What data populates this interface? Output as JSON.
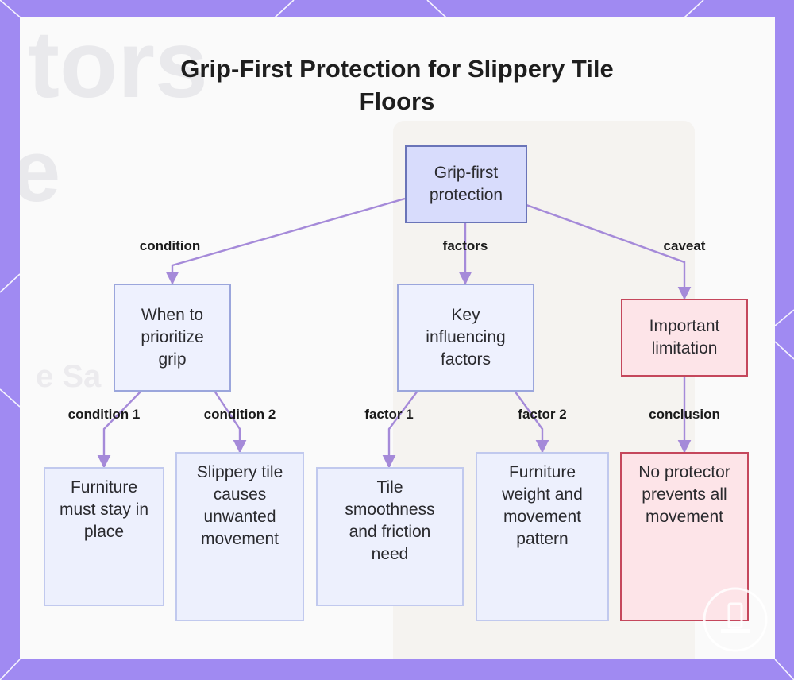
{
  "title": "Grip-First Protection for Slippery Tile Floors",
  "colors": {
    "frame": "#a08af2",
    "primary_fill": "#d8dcfc",
    "primary_border": "#6a74b8",
    "node_fill": "#eef1fe",
    "node_border": "#9ba6dc",
    "warn_fill": "#fde4e8",
    "warn_border": "#c5475c",
    "edge": "#a58ad9"
  },
  "nodes": {
    "root": "Grip-first protection",
    "when": "When to prioritize grip",
    "factors": "Key influencing factors",
    "limitation": "Important limitation",
    "leaf1": "Furniture must stay in place",
    "leaf2": "Slippery tile causes unwanted movement",
    "leaf3": "Tile smoothness and friction need",
    "leaf4": "Furniture weight and movement pattern",
    "leaf5": "No protector prevents all movement"
  },
  "edges": {
    "condition": "condition",
    "factors": "factors",
    "caveat": "caveat",
    "condition1": "condition 1",
    "condition2": "condition 2",
    "factor1": "factor 1",
    "factor2": "factor 2",
    "conclusion": "conclusion"
  }
}
